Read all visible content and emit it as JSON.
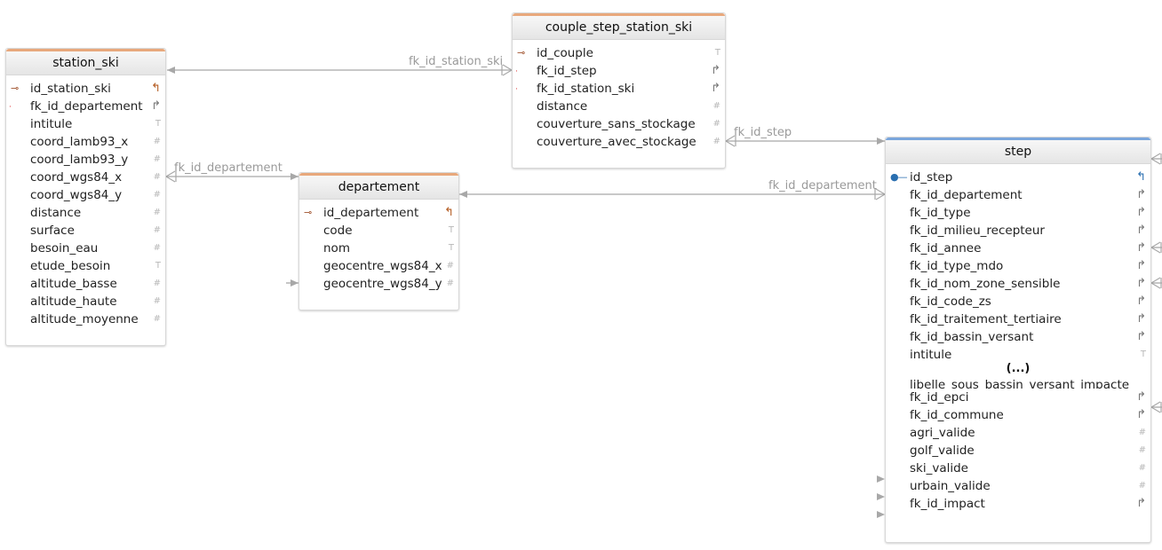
{
  "entities": {
    "station_ski": {
      "title": "station_ski",
      "accent": "#e8a87c",
      "fields": [
        {
          "name": "id_station_ski",
          "kind": "pk",
          "type": "↰"
        },
        {
          "name": "fk_id_departement",
          "kind": "fk",
          "type": "↱"
        },
        {
          "name": "intitule",
          "kind": "text",
          "type": "T"
        },
        {
          "name": "coord_lamb93_x",
          "kind": "num",
          "type": "#"
        },
        {
          "name": "coord_lamb93_y",
          "kind": "num",
          "type": "#"
        },
        {
          "name": "coord_wgs84_x",
          "kind": "num",
          "type": "#"
        },
        {
          "name": "coord_wgs84_y",
          "kind": "num",
          "type": "#"
        },
        {
          "name": "distance",
          "kind": "num",
          "type": "#"
        },
        {
          "name": "surface",
          "kind": "num",
          "type": "#"
        },
        {
          "name": "besoin_eau",
          "kind": "num",
          "type": "#"
        },
        {
          "name": "etude_besoin",
          "kind": "text",
          "type": "T"
        },
        {
          "name": "altitude_basse",
          "kind": "num",
          "type": "#"
        },
        {
          "name": "altitude_haute",
          "kind": "num",
          "type": "#"
        },
        {
          "name": "altitude_moyenne",
          "kind": "num",
          "type": "#"
        }
      ]
    },
    "couple_step_station_ski": {
      "title": "couple_step_station_ski",
      "accent": "#e8a87c",
      "fields": [
        {
          "name": "id_couple",
          "kind": "pk",
          "type": "T"
        },
        {
          "name": "fk_id_step",
          "kind": "fk",
          "type": "↱"
        },
        {
          "name": "fk_id_station_ski",
          "kind": "fk",
          "type": "↱"
        },
        {
          "name": "distance",
          "kind": "num",
          "type": "#"
        },
        {
          "name": "couverture_sans_stockage",
          "kind": "num",
          "type": "#"
        },
        {
          "name": "couverture_avec_stockage",
          "kind": "num",
          "type": "#"
        }
      ]
    },
    "departement": {
      "title": "departement",
      "accent": "#e8a87c",
      "fields": [
        {
          "name": "id_departement",
          "kind": "pk",
          "type": "↰"
        },
        {
          "name": "code",
          "kind": "text",
          "type": "T"
        },
        {
          "name": "nom",
          "kind": "text",
          "type": "T"
        },
        {
          "name": "geocentre_wgs84_x",
          "kind": "num",
          "type": "#"
        },
        {
          "name": "geocentre_wgs84_y",
          "kind": "num",
          "type": "#"
        }
      ]
    },
    "step": {
      "title": "step",
      "accent": "#7aa6dc",
      "fields_top": [
        {
          "name": "id_step",
          "kind": "pk",
          "type": "↰"
        },
        {
          "name": "fk_id_departement",
          "kind": "fk",
          "type": "↱"
        },
        {
          "name": "fk_id_type",
          "kind": "fk",
          "type": "↱"
        },
        {
          "name": "fk_id_milieu_recepteur",
          "kind": "fk",
          "type": "↱"
        },
        {
          "name": "fk_id_annee",
          "kind": "fk",
          "type": "↱"
        },
        {
          "name": "fk_id_type_mdo",
          "kind": "fk",
          "type": "↱"
        },
        {
          "name": "fk_id_nom_zone_sensible",
          "kind": "fk",
          "type": "↱"
        },
        {
          "name": "fk_id_code_zs",
          "kind": "fk",
          "type": "↱"
        },
        {
          "name": "fk_id_traitement_tertiaire",
          "kind": "fk",
          "type": "↱"
        },
        {
          "name": "fk_id_bassin_versant",
          "kind": "fk",
          "type": "↱"
        },
        {
          "name": "intitule",
          "kind": "text",
          "type": "T"
        }
      ],
      "ellipsis": "(...)",
      "partial_field": "libelle_sous_bassin_versant_impacte",
      "fields_bottom": [
        {
          "name": "fk_id_epci",
          "kind": "fk",
          "type": "↱"
        },
        {
          "name": "fk_id_commune",
          "kind": "fk",
          "type": "↱"
        },
        {
          "name": "agri_valide",
          "kind": "num",
          "type": "#"
        },
        {
          "name": "golf_valide",
          "kind": "num",
          "type": "#"
        },
        {
          "name": "ski_valide",
          "kind": "num",
          "type": "#"
        },
        {
          "name": "urbain_valide",
          "kind": "num",
          "type": "#"
        },
        {
          "name": "fk_id_impact",
          "kind": "fk",
          "type": "↱"
        }
      ]
    }
  },
  "relations": [
    {
      "label": "fk_id_station_ski",
      "from": "couple_step_station_ski",
      "to": "station_ski"
    },
    {
      "label": "fk_id_departement",
      "from": "station_ski",
      "to": "departement"
    },
    {
      "label": "fk_id_step",
      "from": "couple_step_station_ski",
      "to": "step"
    },
    {
      "label": "fk_id_departement",
      "from": "step",
      "to": "departement"
    }
  ]
}
